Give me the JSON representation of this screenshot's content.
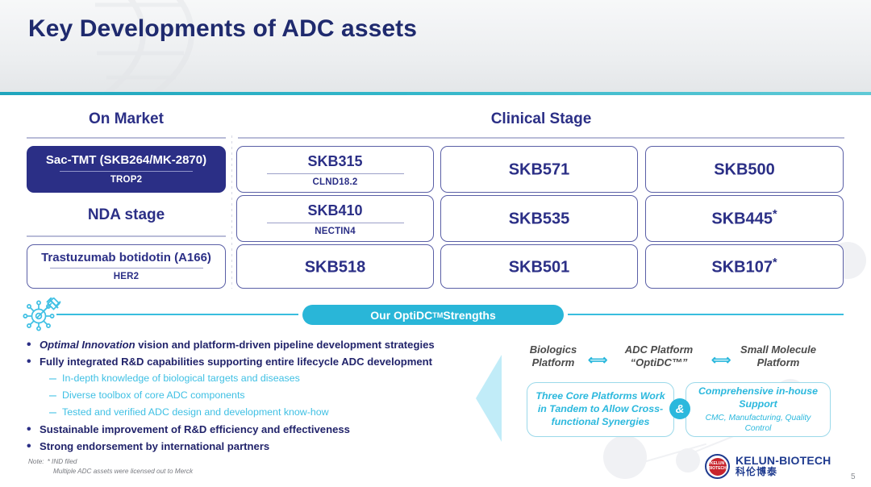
{
  "header": {
    "title": "Key Developments of ADC assets",
    "accent_color": "#29b6d8",
    "title_color": "#1f2a6e"
  },
  "pipeline": {
    "columns": [
      {
        "label": "On Market"
      },
      {
        "label": "Clinical Stage"
      }
    ],
    "nda_label": "NDA stage",
    "on_market": [
      {
        "name": "Sac-TMT (SKB264/MK-2870)",
        "target": "TROP2",
        "highlighted": "true"
      }
    ],
    "nda_stage": [
      {
        "name": "Trastuzumab botidotin (A166)",
        "target": "HER2",
        "highlighted": "false"
      }
    ],
    "clinical": [
      {
        "name": "SKB315",
        "target": "CLND18.2",
        "asterisk": ""
      },
      {
        "name": "SKB571",
        "target": "",
        "asterisk": ""
      },
      {
        "name": "SKB500",
        "target": "",
        "asterisk": ""
      },
      {
        "name": "SKB410",
        "target": "NECTIN4",
        "asterisk": ""
      },
      {
        "name": "SKB535",
        "target": "",
        "asterisk": ""
      },
      {
        "name": "SKB445",
        "target": "",
        "asterisk": "*"
      },
      {
        "name": "SKB518",
        "target": "",
        "asterisk": ""
      },
      {
        "name": "SKB501",
        "target": "",
        "asterisk": ""
      },
      {
        "name": "SKB107",
        "target": "",
        "asterisk": "*"
      }
    ]
  },
  "strengths": {
    "pill_pre": "Our OptiDC",
    "pill_tm": "TM",
    "pill_post": " Strengths",
    "bullets": [
      {
        "level": "1",
        "mark": "•",
        "em": "Optimal Innovation",
        "text": " vision and platform-driven pipeline development strategies"
      },
      {
        "level": "1",
        "mark": "•",
        "em": "",
        "text": "Fully integrated R&D capabilities supporting entire lifecycle ADC development"
      },
      {
        "level": "2",
        "mark": "–",
        "em": "",
        "text": "In-depth knowledge of biological targets and diseases"
      },
      {
        "level": "2",
        "mark": "–",
        "em": "",
        "text": "Diverse toolbox of core ADC components"
      },
      {
        "level": "2",
        "mark": "–",
        "em": "",
        "text": "Tested and verified ADC design and development know-how"
      },
      {
        "level": "1",
        "mark": "•",
        "em": "",
        "text": "Sustainable improvement of R&D efficiency and effectiveness"
      },
      {
        "level": "1",
        "mark": "•",
        "em": "",
        "text": "Strong endorsement by international partners"
      }
    ]
  },
  "diagram": {
    "platforms": [
      {
        "line1": "Biologics",
        "line2": "Platform"
      },
      {
        "line1": "ADC Platform",
        "line2": "“OptiDC™”"
      },
      {
        "line1": "Small Molecule",
        "line2": "Platform"
      }
    ],
    "connector": "⟺",
    "amp": "&",
    "box_left": "Three Core Platforms Work in Tandem to Allow Cross-functional Synergies",
    "box_right_title": "Comprehensive in-house Support",
    "box_right_sub": "CMC, Manufacturing, Quality Control"
  },
  "footer": {
    "note_label": "Note:",
    "note_line1": "* IND filed",
    "note_line2": "Multiple ADC assets were licensed out to Merck",
    "logo_en": "KELUN-BIOTECH",
    "logo_cn": "科伦博泰",
    "logo_badge_line1": "KELUN",
    "logo_badge_line2": "BIOTECH",
    "page_number": "5"
  }
}
